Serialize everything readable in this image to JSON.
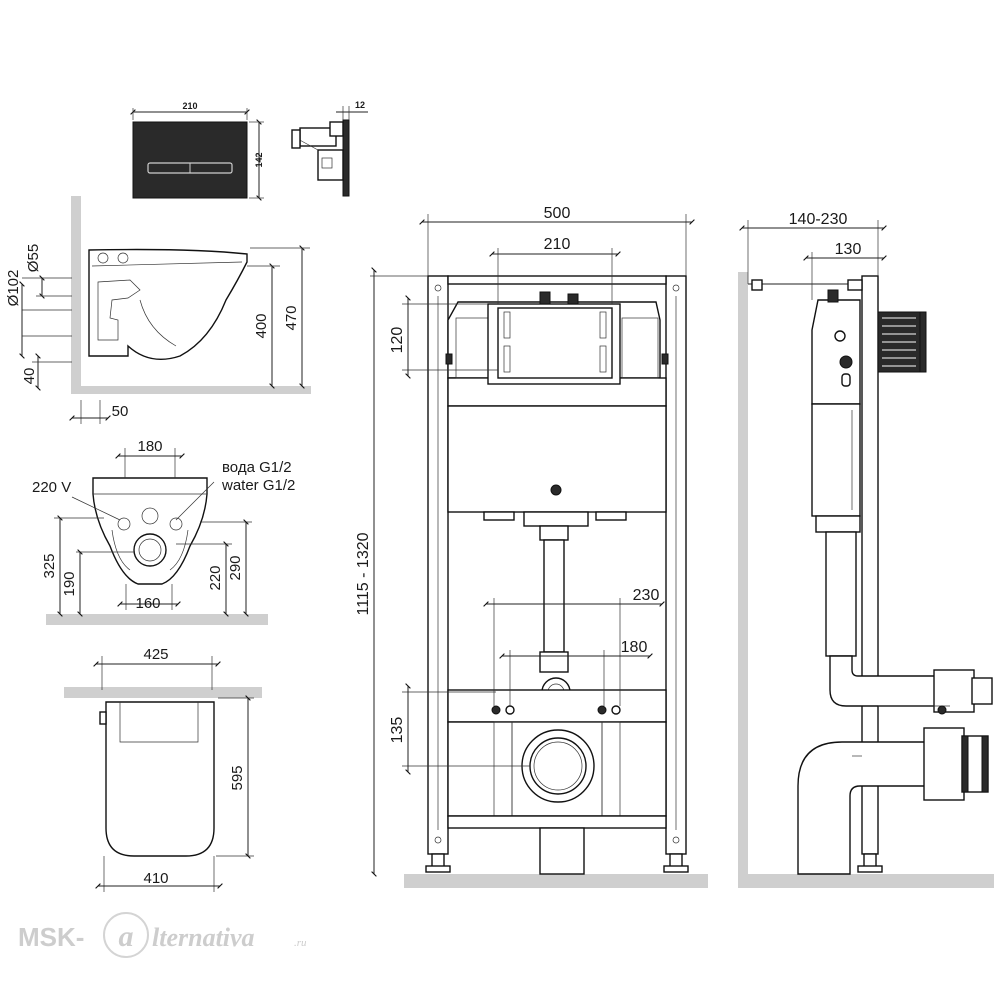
{
  "plate": {
    "width": "210",
    "height": "142",
    "depth": "12"
  },
  "bowl_side": {
    "dia_big": "Ø102",
    "dia_small": "Ø55",
    "h400": "400",
    "h470": "470",
    "h40": "40",
    "w50": "50"
  },
  "bowl_rear": {
    "w180": "180",
    "power": "220 V",
    "water_ru": "вода G1/2",
    "water_en": "water G1/2",
    "h325": "325",
    "h190": "190",
    "w160": "160",
    "h220": "220",
    "h290": "290"
  },
  "bowl_top": {
    "w425": "425",
    "d595": "595",
    "w410": "410"
  },
  "frame_front": {
    "w500": "500",
    "w210": "210",
    "h120": "120",
    "h_range": "1115 - 1320",
    "w230": "230",
    "w180": "180",
    "h135": "135"
  },
  "frame_side": {
    "d_range": "140-230",
    "d130": "130"
  },
  "watermark": {
    "brand": "MSK-",
    "script": "lternativa",
    "tld": ".ru",
    "logo_letter": "a"
  }
}
